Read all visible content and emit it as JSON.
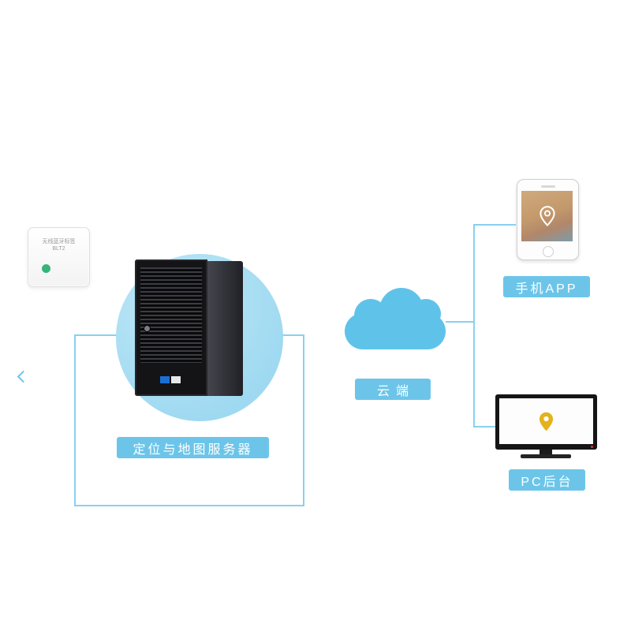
{
  "diagram": {
    "beacon": {
      "label_line1": "无线蓝牙标签",
      "label_line2": "BLT2"
    },
    "server": {
      "label": "定位与地图服务器"
    },
    "cloud": {
      "label": "云端"
    },
    "phone": {
      "label": "手机APP"
    },
    "pc": {
      "label": "PC后台"
    }
  },
  "colors": {
    "accent": "#5fc3e9",
    "pill_bg": "#6cc5e9",
    "pill_text": "#ffffff",
    "connector_line": "#87d1ef",
    "server_circle": "#a6dcf2",
    "cloud": "#5fc3e9",
    "beacon_led": "#35b57a",
    "map_pin_yellow": "#e5b21d",
    "monitor_led": "#e03a2f"
  }
}
